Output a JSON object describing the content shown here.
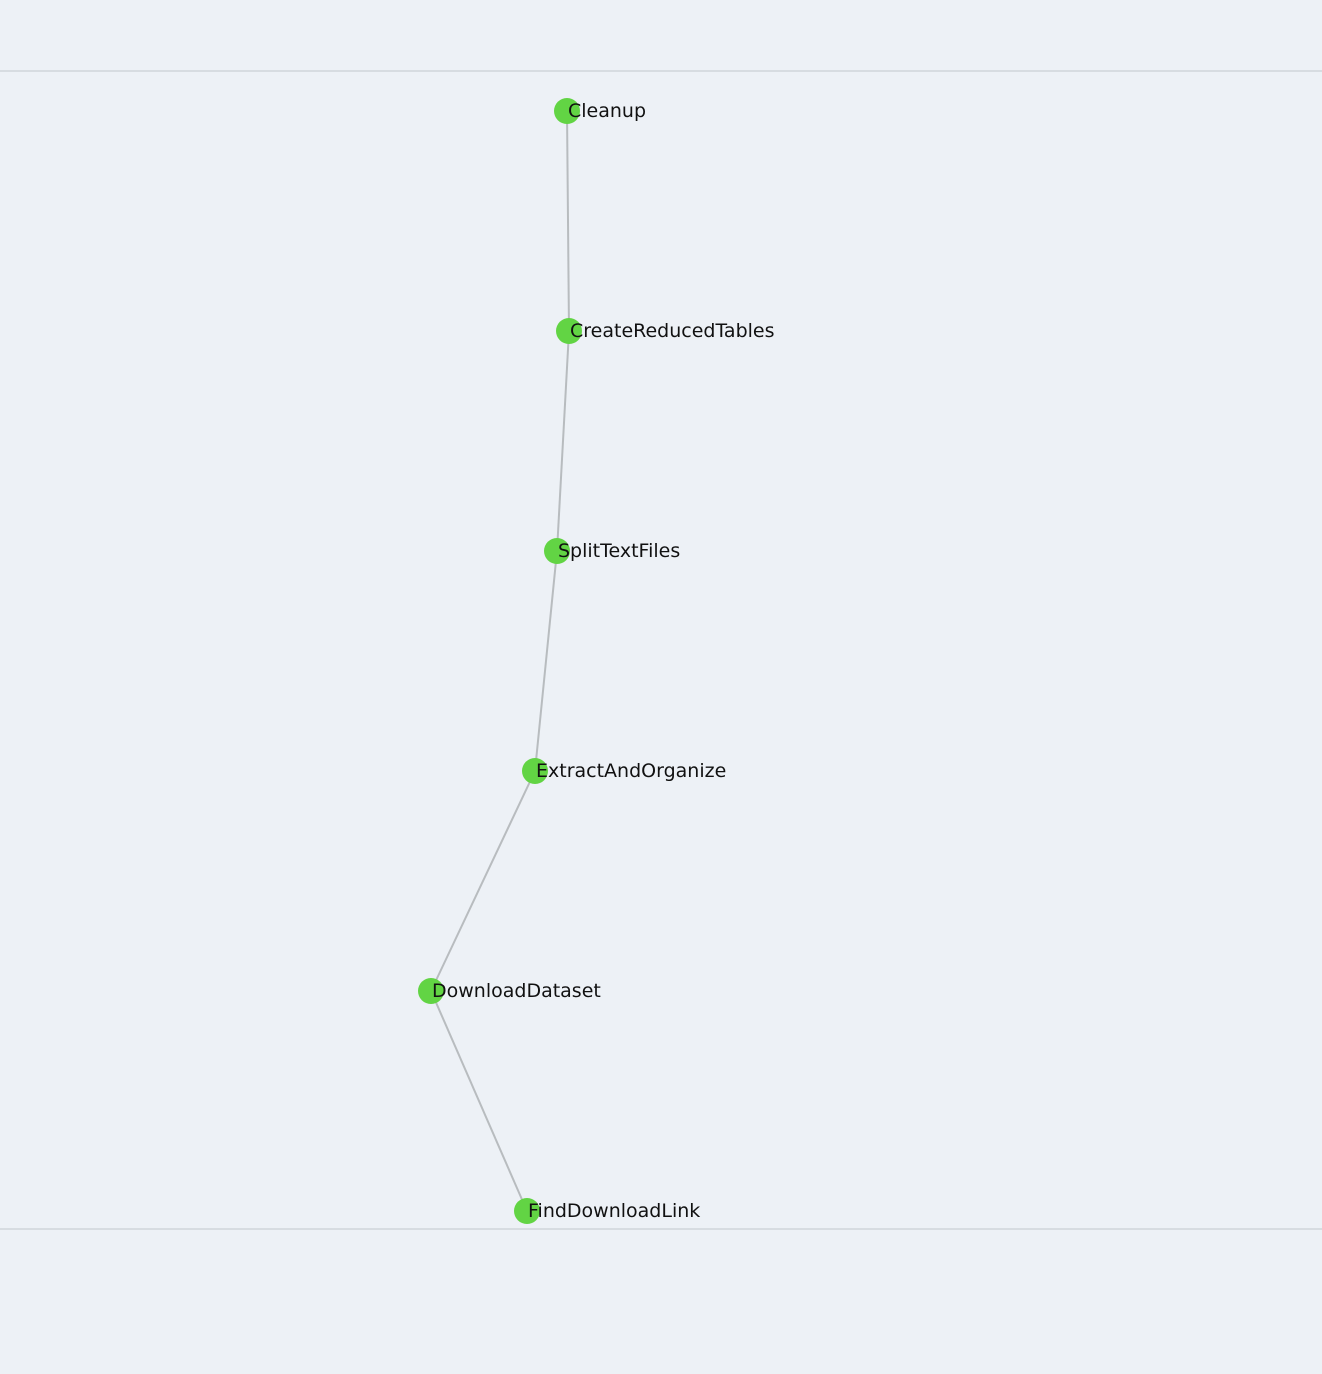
{
  "graph": {
    "node_color": "#62d444",
    "edge_color": "#b8bcbf",
    "background_color": "#edf1f6",
    "nodes": [
      {
        "id": "cleanup",
        "label": "Cleanup"
      },
      {
        "id": "create-reduced-tables",
        "label": "CreateReducedTables"
      },
      {
        "id": "split-text-files",
        "label": "SplitTextFiles"
      },
      {
        "id": "extract-and-organize",
        "label": "ExtractAndOrganize"
      },
      {
        "id": "download-dataset",
        "label": "DownloadDataset"
      },
      {
        "id": "find-download-link",
        "label": "FindDownloadLink"
      }
    ],
    "edges": [
      {
        "from": "cleanup",
        "to": "create-reduced-tables"
      },
      {
        "from": "create-reduced-tables",
        "to": "split-text-files"
      },
      {
        "from": "split-text-files",
        "to": "extract-and-organize"
      },
      {
        "from": "extract-and-organize",
        "to": "download-dataset"
      },
      {
        "from": "download-dataset",
        "to": "find-download-link"
      }
    ]
  }
}
